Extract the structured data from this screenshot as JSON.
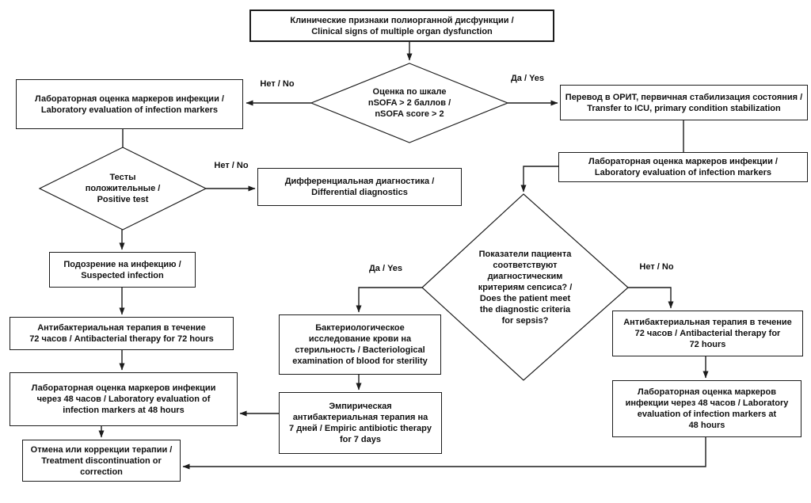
{
  "diagram": {
    "colors": {
      "line": "#1c1c1c",
      "box_bg": "#ffffff",
      "text": "#111111"
    },
    "nodes": {
      "clinical": "Клинические признаки полиорганной дисфункции /\nClinical signs of multiple organ dysfunction",
      "nsofa": "Оценка по шкале\nnSOFA > 2 баллов /\nnSOFA score > 2",
      "lab_left": "Лабораторная оценка маркеров инфекции /\nLaboratory evaluation of infection markers",
      "icu": "Перевод в ОРИТ, первичная стабилизация состояния /\nTransfer to ICU, primary condition stabilization",
      "lab_right": "Лабораторная оценка маркеров инфекции /\nLaboratory evaluation of infection markers",
      "tests": "Тесты\nположительные /\nPositive test",
      "diff": "Дифференциальная диагностика /\nDifferential diagnostics",
      "suspected": "Подозрение на инфекцию /\nSuspected infection",
      "abt_left": "Антибактериальная терапия в течение\n72 часов / Antibacterial therapy for 72 hours",
      "lab48_left": "Лабораторная оценка маркеров инфекции\nчерез 48 часов / Laboratory evaluation of\ninfection markers at 48 hours",
      "cancel": "Отмена или коррекции терапии /\nTreatment discontinuation or\ncorrection",
      "sepsis": "Показатели пациента\nсоответствуют\nдиагностическим\nкритериям сепсиса? /\nDoes the patient meet\nthe diagnostic criteria\nfor sepsis?",
      "bacteriological": "Бактериологическое\nисследование крови на\nстерильность / Bacteriological\nexamination of blood for sterility",
      "empiric": "Эмпирическая\nантибактериальная терапия на\n7 дней / Empiric antibiotic therapy\nfor 7 days",
      "abt_right": "Антибактериальная терапия в течение\n72 часов / Antibacterial therapy for\n72 hours",
      "lab48_right": "Лабораторная оценка маркеров\nинфекции через 48 часов / Laboratory\nevaluation of infection markers at\n48 hours"
    },
    "labels": {
      "nsofa_no": "Нет / No",
      "nsofa_yes": "Да / Yes",
      "tests_no": "Нет / No",
      "sepsis_yes": "Да / Yes",
      "sepsis_no": "Нет / No"
    }
  }
}
